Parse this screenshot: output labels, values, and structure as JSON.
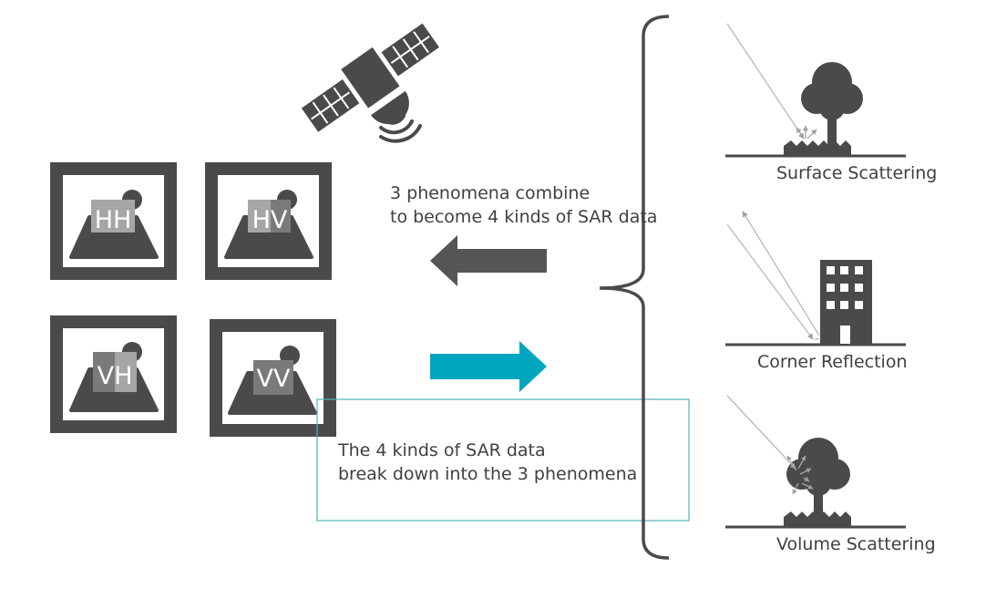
{
  "tiles": [
    {
      "id": "hh",
      "label": "HH"
    },
    {
      "id": "hv",
      "label": "HV"
    },
    {
      "id": "vh",
      "label": "VH"
    },
    {
      "id": "vv",
      "label": "VV"
    }
  ],
  "combine_note": {
    "line1": "3 phenomena combine",
    "line2": "to become 4 kinds of SAR data"
  },
  "breakdown_note": {
    "line1": "The 4 kinds of SAR data",
    "line2": "break down into the 3 phenomena"
  },
  "phenomena": [
    {
      "label": "Surface Scattering"
    },
    {
      "label": "Corner Reflection"
    },
    {
      "label": "Volume Scattering"
    }
  ],
  "colors": {
    "dark_gray": "#4a4a4a",
    "light_gray": "#a6a6a6",
    "text": "#404040",
    "teal_arrow": "#00a6bf",
    "box_border": "#4fb3bf",
    "ray": "#bdbdbd"
  },
  "icons": [
    "satellite-icon",
    "tree-icon",
    "building-icon",
    "mountain-icon"
  ]
}
